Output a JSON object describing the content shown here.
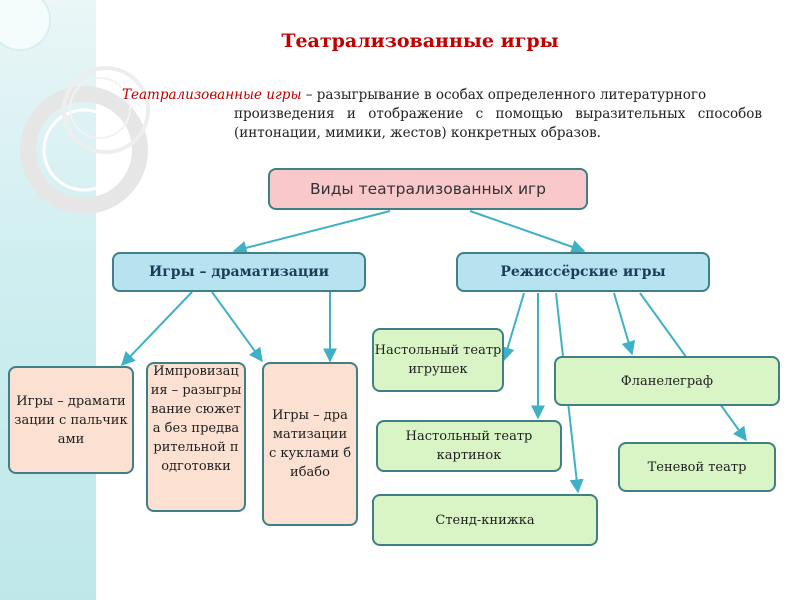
{
  "title": "Театрализованные игры",
  "definition": {
    "term": "Театрализованные игры",
    "text_line1": " – разыгрывание в особах определенного литературного",
    "text_rest": "произведения и отображение с помощью выразительных способов (интонации, мимики, жестов) конкретных образов."
  },
  "diagram": {
    "root": "Виды театрализованных игр",
    "left_branch": {
      "label": "Игры – драматизации",
      "children": [
        "Игры – драматизации с пальчиками",
        "Импровизация – разыгрывание сюжета без предварительной подготовки",
        "Игры – драматизации с куклами бибабо"
      ]
    },
    "right_branch": {
      "label": "Режиссёрские игры",
      "children": [
        "Настольный театр игрушек",
        "Настольный театр картинок",
        "Стенд-книжка",
        "Фланелеграф",
        "Теневой театр"
      ]
    }
  },
  "colors": {
    "title": "#c00000",
    "root_fill": "#f9c8cb",
    "branch_fill": "#b7e3f0",
    "leaf_pink": "#fce0d2",
    "leaf_green": "#d9f5c5",
    "border": "#3f7f86",
    "arrow": "#3fb1c6"
  }
}
